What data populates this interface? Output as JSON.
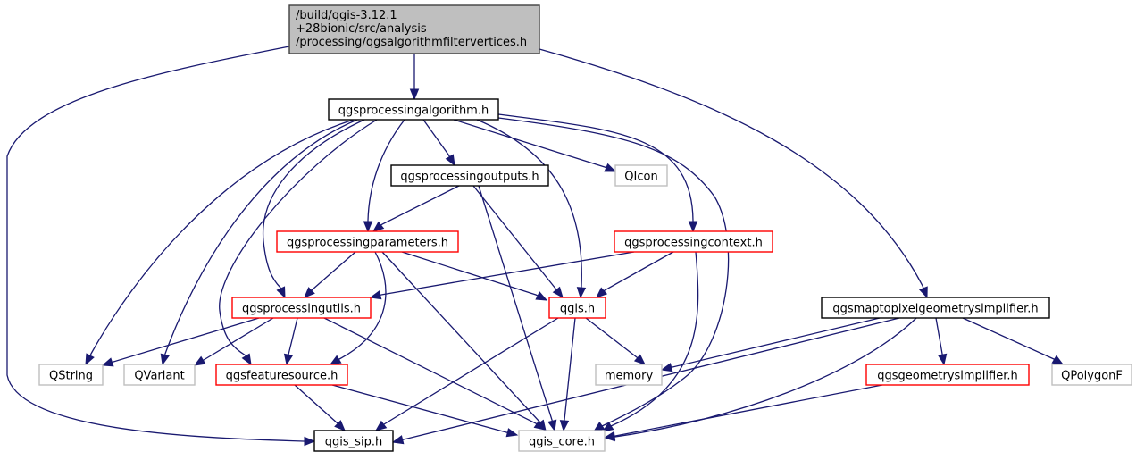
{
  "diagram": {
    "type": "include-dependency-graph",
    "colors": {
      "edge": "#191970",
      "root_fill": "#bfbfbf",
      "root_border": "#404040",
      "documented_border": "#000000",
      "truncated_border": "#ff0000",
      "external_border": "#bfbfbf"
    },
    "nodes": [
      {
        "id": "root",
        "kind": "root",
        "lines": [
          "/build/qgis-3.12.1",
          "+28bionic/src/analysis",
          "/processing/qgsalgorithmfiltervertices.h"
        ]
      },
      {
        "id": "algorithm",
        "kind": "documented",
        "lines": [
          "qgsprocessingalgorithm.h"
        ]
      },
      {
        "id": "outputs",
        "kind": "documented",
        "lines": [
          "qgsprocessingoutputs.h"
        ]
      },
      {
        "id": "qicon",
        "kind": "external",
        "lines": [
          "QIcon"
        ]
      },
      {
        "id": "parameters",
        "kind": "truncated",
        "lines": [
          "qgsprocessingparameters.h"
        ]
      },
      {
        "id": "context",
        "kind": "truncated",
        "lines": [
          "qgsprocessingcontext.h"
        ]
      },
      {
        "id": "utils",
        "kind": "truncated",
        "lines": [
          "qgsprocessingutils.h"
        ]
      },
      {
        "id": "qgis",
        "kind": "truncated",
        "lines": [
          "qgis.h"
        ]
      },
      {
        "id": "maptopixel",
        "kind": "documented",
        "lines": [
          "qgsmaptopixelgeometrysimplifier.h"
        ]
      },
      {
        "id": "qstring",
        "kind": "external",
        "lines": [
          "QString"
        ]
      },
      {
        "id": "qvariant",
        "kind": "external",
        "lines": [
          "QVariant"
        ]
      },
      {
        "id": "featuresource",
        "kind": "truncated",
        "lines": [
          "qgsfeaturesource.h"
        ]
      },
      {
        "id": "memory",
        "kind": "external",
        "lines": [
          "memory"
        ]
      },
      {
        "id": "geomsimplifier",
        "kind": "truncated",
        "lines": [
          "qgsgeometrysimplifier.h"
        ]
      },
      {
        "id": "qpolygonf",
        "kind": "external",
        "lines": [
          "QPolygonF"
        ]
      },
      {
        "id": "sip",
        "kind": "documented",
        "lines": [
          "qgis_sip.h"
        ]
      },
      {
        "id": "core",
        "kind": "external",
        "lines": [
          "qgis_core.h"
        ]
      }
    ],
    "edges": [
      {
        "from": "root",
        "to": "algorithm"
      },
      {
        "from": "root",
        "to": "sip"
      },
      {
        "from": "root",
        "to": "maptopixel"
      },
      {
        "from": "algorithm",
        "to": "outputs"
      },
      {
        "from": "algorithm",
        "to": "qicon"
      },
      {
        "from": "algorithm",
        "to": "parameters"
      },
      {
        "from": "algorithm",
        "to": "context"
      },
      {
        "from": "algorithm",
        "to": "utils"
      },
      {
        "from": "algorithm",
        "to": "qgis"
      },
      {
        "from": "algorithm",
        "to": "qstring"
      },
      {
        "from": "algorithm",
        "to": "qvariant"
      },
      {
        "from": "algorithm",
        "to": "featuresource"
      },
      {
        "from": "algorithm",
        "to": "core"
      },
      {
        "from": "outputs",
        "to": "parameters"
      },
      {
        "from": "outputs",
        "to": "qgis"
      },
      {
        "from": "outputs",
        "to": "core"
      },
      {
        "from": "parameters",
        "to": "utils"
      },
      {
        "from": "parameters",
        "to": "qgis"
      },
      {
        "from": "parameters",
        "to": "featuresource"
      },
      {
        "from": "parameters",
        "to": "core"
      },
      {
        "from": "context",
        "to": "utils"
      },
      {
        "from": "context",
        "to": "qgis"
      },
      {
        "from": "context",
        "to": "core"
      },
      {
        "from": "utils",
        "to": "qstring"
      },
      {
        "from": "utils",
        "to": "qvariant"
      },
      {
        "from": "utils",
        "to": "featuresource"
      },
      {
        "from": "utils",
        "to": "core"
      },
      {
        "from": "qgis",
        "to": "sip"
      },
      {
        "from": "qgis",
        "to": "core"
      },
      {
        "from": "qgis",
        "to": "memory"
      },
      {
        "from": "featuresource",
        "to": "sip"
      },
      {
        "from": "featuresource",
        "to": "core"
      },
      {
        "from": "maptopixel",
        "to": "memory"
      },
      {
        "from": "maptopixel",
        "to": "sip"
      },
      {
        "from": "maptopixel",
        "to": "core"
      },
      {
        "from": "maptopixel",
        "to": "geomsimplifier"
      },
      {
        "from": "maptopixel",
        "to": "qpolygonf"
      },
      {
        "from": "geomsimplifier",
        "to": "core"
      }
    ]
  }
}
